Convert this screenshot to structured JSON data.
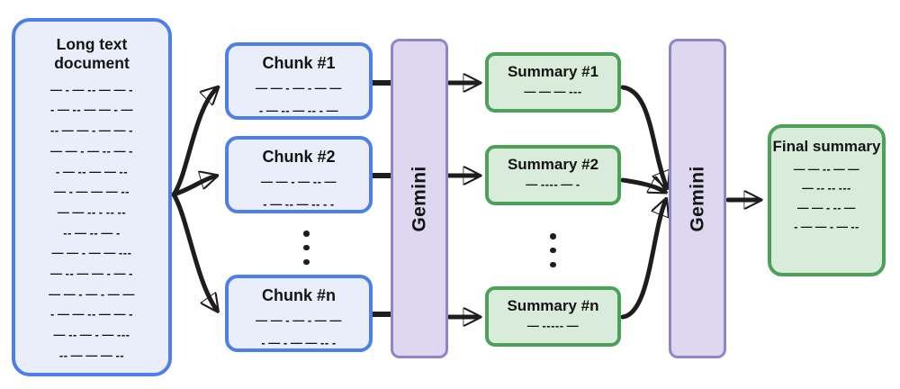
{
  "colors": {
    "blue_border": "#4C7FE8",
    "blue_fill": "#E9EEFA",
    "green_border": "#4AA157",
    "green_fill": "#D9EBDB",
    "purple_border": "#9184C8",
    "purple_fill": "#DDD7EF",
    "arrow_black": "#1D1D1D"
  },
  "document": {
    "title": "Long text document",
    "lines": [
      "— - — -- — — -",
      "- — -- — — - —",
      "-- — — - — — -",
      "— — - — -- — -",
      "- — -- — — --",
      "— - — — — --",
      "— — -- - -- --",
      "-- — -- — -",
      "— — - — — ---",
      "— -- — — - — -",
      "— — - — - — —",
      "- — — -- — — -",
      "— -- — - — ---",
      "-- — — — --"
    ]
  },
  "chunks": [
    {
      "title": "Chunk #1",
      "lines": [
        "— — - — - — —",
        "- — -- — -- - —"
      ]
    },
    {
      "title": "Chunk #2",
      "lines": [
        "— — - — -- —",
        "- — -- — -- - -"
      ]
    },
    {
      "title": "Chunk #n",
      "lines": [
        "— — - — - — —",
        "- — - — — -- -"
      ]
    }
  ],
  "pipeline": {
    "model_label_left": "Gemini",
    "model_label_right": "Gemini"
  },
  "summaries": [
    {
      "title": "Summary #1",
      "lines": [
        "— — — ---"
      ]
    },
    {
      "title": "Summary #2",
      "lines": [
        "— ---- — -"
      ]
    },
    {
      "title": "Summary #n",
      "lines": [
        "— ----- —"
      ]
    }
  ],
  "final_summary": {
    "title": "Final summary",
    "lines": [
      "— — -- — —",
      "— -- -- ---",
      "— — - -- —",
      "- — — - — --"
    ]
  }
}
